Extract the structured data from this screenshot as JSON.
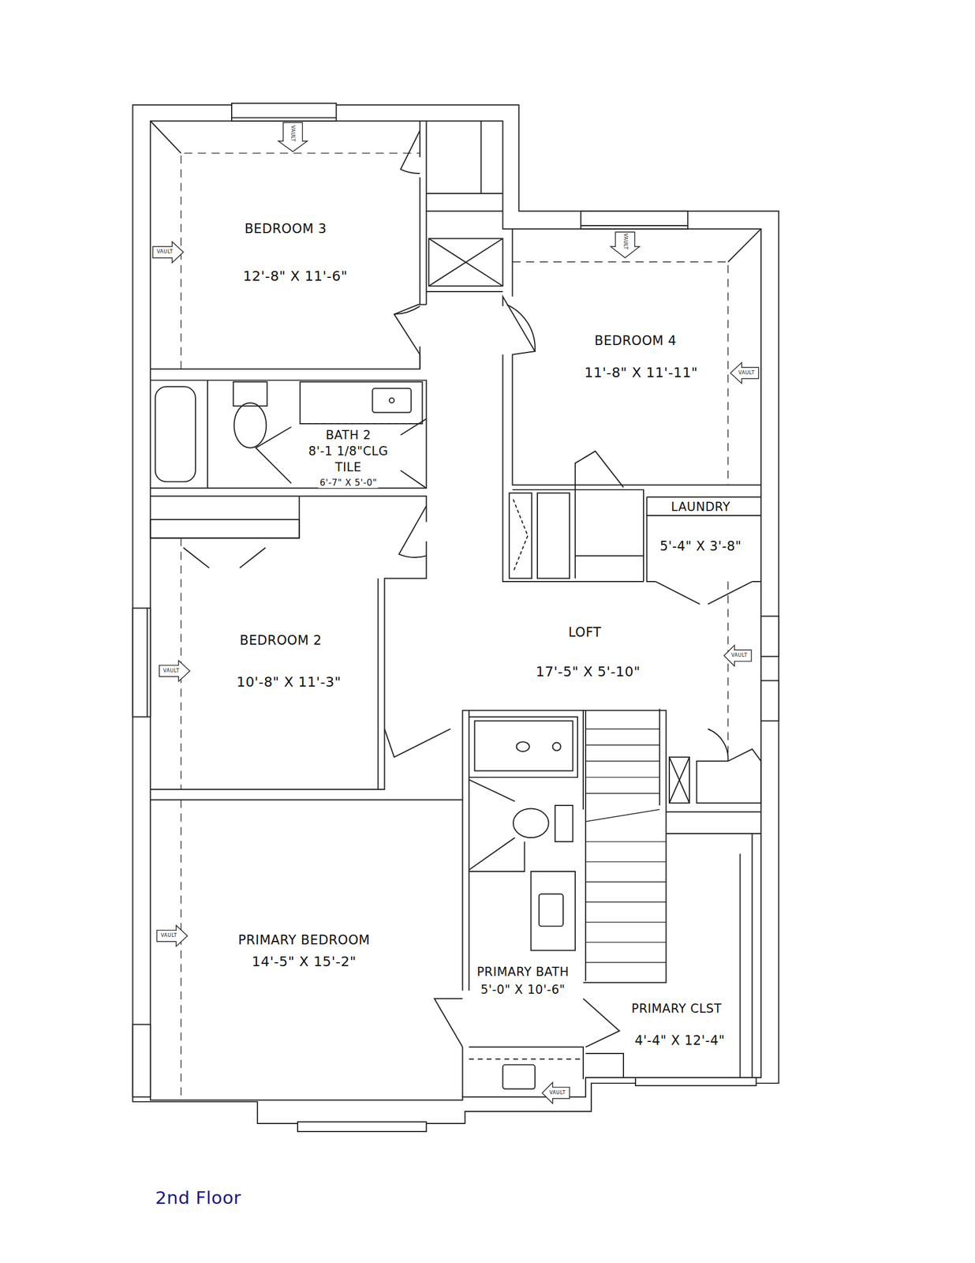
{
  "diagram": {
    "caption": "2nd Floor",
    "labels": [
      "BEDROOM 3",
      "12'-8\" X 11'-6\"",
      "BEDROOM 4",
      "11'-8\" X 11'-11\"",
      "BATH 2",
      "8'-1 1/8\"CLG",
      "TILE",
      "6'-7\" X 5'-0\"",
      "LAUNDRY",
      "5'-4\" X 3'-8\"",
      "BEDROOM 2",
      "10'-8\" X 11'-3\"",
      "LOFT",
      "17'-5\" X 5'-10\"",
      "PRIMARY BEDROOM",
      "14'-5\" X 15'-2\"",
      "PRIMARY BATH",
      "5'-0\" X 10'-6\"",
      "PRIMARY CLST",
      "4'-4\" X 12'-4\"",
      "VAULT",
      "VAULT",
      "VAULT",
      "VAULT",
      "VAULT",
      "VAULT",
      "VAULT",
      "VAULT"
    ]
  }
}
